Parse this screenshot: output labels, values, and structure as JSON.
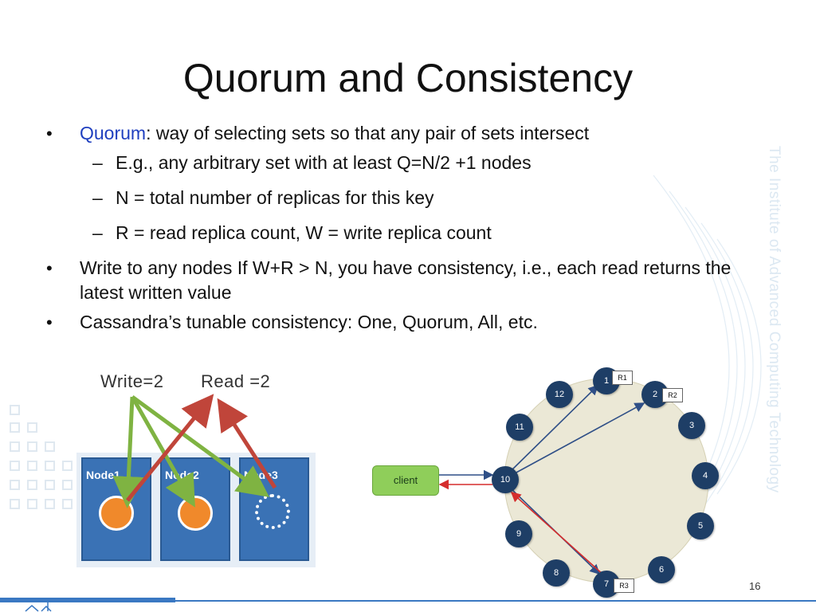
{
  "slide": {
    "title": "Quorum and Consistency",
    "watermark": "The Institute of Advanced Computing Technology",
    "page_number": "16"
  },
  "bullets": {
    "b1_term": "Quorum",
    "b1_rest": ": way of selecting sets so that any pair of sets intersect",
    "b1_sub1": "E.g., any arbitrary set with at least Q=N/2 +1 nodes",
    "b1_sub2": "N = total number of replicas for this key",
    "b1_sub3": "R = read replica count, W = write replica count",
    "b2": "Write to any nodes If W+R > N, you have consistency, i.e., each read returns the latest written value",
    "b3": "Cassandra’s tunable consistency: One, Quorum, All, etc."
  },
  "left_diagram": {
    "write_label": "Write=2",
    "read_label": "Read =2",
    "nodes": [
      "Node1",
      "Node2",
      "Node3"
    ]
  },
  "ring_diagram": {
    "client_label": "client",
    "nodes": [
      "1",
      "2",
      "3",
      "4",
      "5",
      "6",
      "7",
      "8",
      "9",
      "10",
      "11",
      "12"
    ],
    "replica_tags": [
      "R1",
      "R2",
      "R3"
    ]
  },
  "colors": {
    "accent": "#1f3fbf",
    "node_blue": "#3a72b5",
    "disk_orange": "#f0892b",
    "write_arrow": "#7fb342",
    "read_arrow": "#c0453a",
    "ring_node": "#1e3e66",
    "client_green": "#8fce5a"
  }
}
